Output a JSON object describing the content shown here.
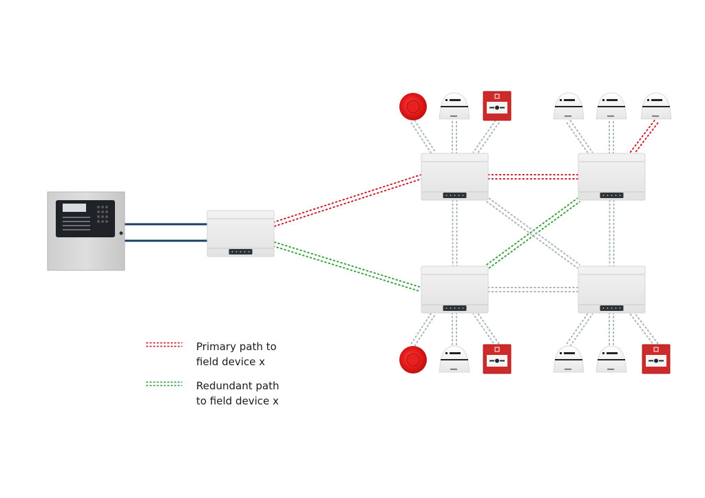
{
  "diagram": {
    "title": "Fire detection network with primary and redundant paths",
    "colors": {
      "primary_path": "#c8202f",
      "redundant_path": "#3aa040",
      "neutral_path": "#a9b4bd",
      "trunk_cable": "#1c3f66",
      "device_red": "#cf2a2a"
    },
    "nodes": [
      {
        "id": "control-panel",
        "type": "fire-alarm-control-panel"
      },
      {
        "id": "loop-module",
        "type": "network-module"
      },
      {
        "id": "node-tl",
        "type": "network-module"
      },
      {
        "id": "node-tr",
        "type": "network-module"
      },
      {
        "id": "node-bl",
        "type": "network-module"
      },
      {
        "id": "node-br",
        "type": "network-module"
      }
    ],
    "field_devices": {
      "top_left": [
        "sounder",
        "smoke-detector",
        "manual-call-point"
      ],
      "top_right": [
        "smoke-detector",
        "smoke-detector",
        "smoke-detector"
      ],
      "bottom_left": [
        "sounder",
        "smoke-detector",
        "manual-call-point"
      ],
      "bottom_right": [
        "smoke-detector",
        "smoke-detector",
        "manual-call-point"
      ]
    },
    "links": [
      {
        "from": "control-panel",
        "to": "loop-module",
        "style": "trunk"
      },
      {
        "from": "loop-module",
        "to": "node-tl",
        "style": "primary"
      },
      {
        "from": "loop-module",
        "to": "node-bl",
        "style": "redundant"
      },
      {
        "from": "node-tl",
        "to": "node-tr",
        "style": "primary"
      },
      {
        "from": "node-bl",
        "to": "node-tr",
        "style": "redundant"
      },
      {
        "from": "node-tl",
        "to": "node-br",
        "style": "neutral"
      },
      {
        "from": "node-bl",
        "to": "node-br",
        "style": "neutral"
      },
      {
        "from": "node-tl",
        "to": "node-bl",
        "style": "neutral"
      },
      {
        "from": "node-tr",
        "to": "node-br",
        "style": "neutral"
      },
      {
        "from": "node-tr",
        "to": "top_right.2",
        "style": "primary"
      }
    ]
  },
  "legend": {
    "items": [
      {
        "style": "primary",
        "line1": "Primary path to",
        "line2": "field device x"
      },
      {
        "style": "redundant",
        "line1": "Redundant path",
        "line2": "to field device x"
      }
    ]
  }
}
